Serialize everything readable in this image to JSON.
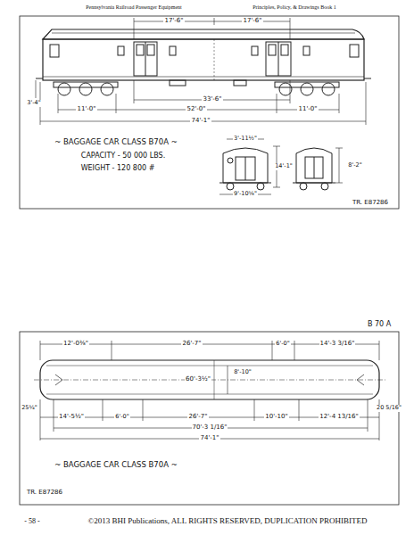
{
  "diagram": {
    "labels": [
      "Pennsylvania Railroad Passenger Equipment",
      "Principles, Policy, & Drawings  Book 1",
      "17'-6\"",
      "17'-6\"",
      "33'-6\"",
      "3'-4\"",
      "11'-0\"",
      "52'-0\"",
      "11'-0\"",
      "74'-1\"",
      "~ BAGGAGE CAR CLASS B70A ~",
      "CAPACITY - 50 000 LBS.",
      "WEIGHT - 120 800 #",
      "3'-11½\"",
      "9'-10⅝\"",
      "14'-1\"",
      "8'-2\"",
      "TR. E87286",
      "B 70 A",
      "12'-0⅜\"",
      "26'-7\"",
      "6'-0\"",
      "14'-3 3/16\"",
      "60'-3½\"",
      "8'-10\"",
      "14'-5½\"",
      "6'-0\"",
      "26'-7\"",
      "10'-10\"",
      "12'-4 13/16\"",
      "70'-3 1/16\"",
      "74'-1\"",
      "25¼\"",
      "20 5/16\"",
      "~ BAGGAGE CAR CLASS B70A ~",
      "TR. E87286",
      "- 58 -",
      "©2013 BHI Publications, ALL RIGHTS RESERVED, DUPLICATION PROHIBITED"
    ]
  }
}
